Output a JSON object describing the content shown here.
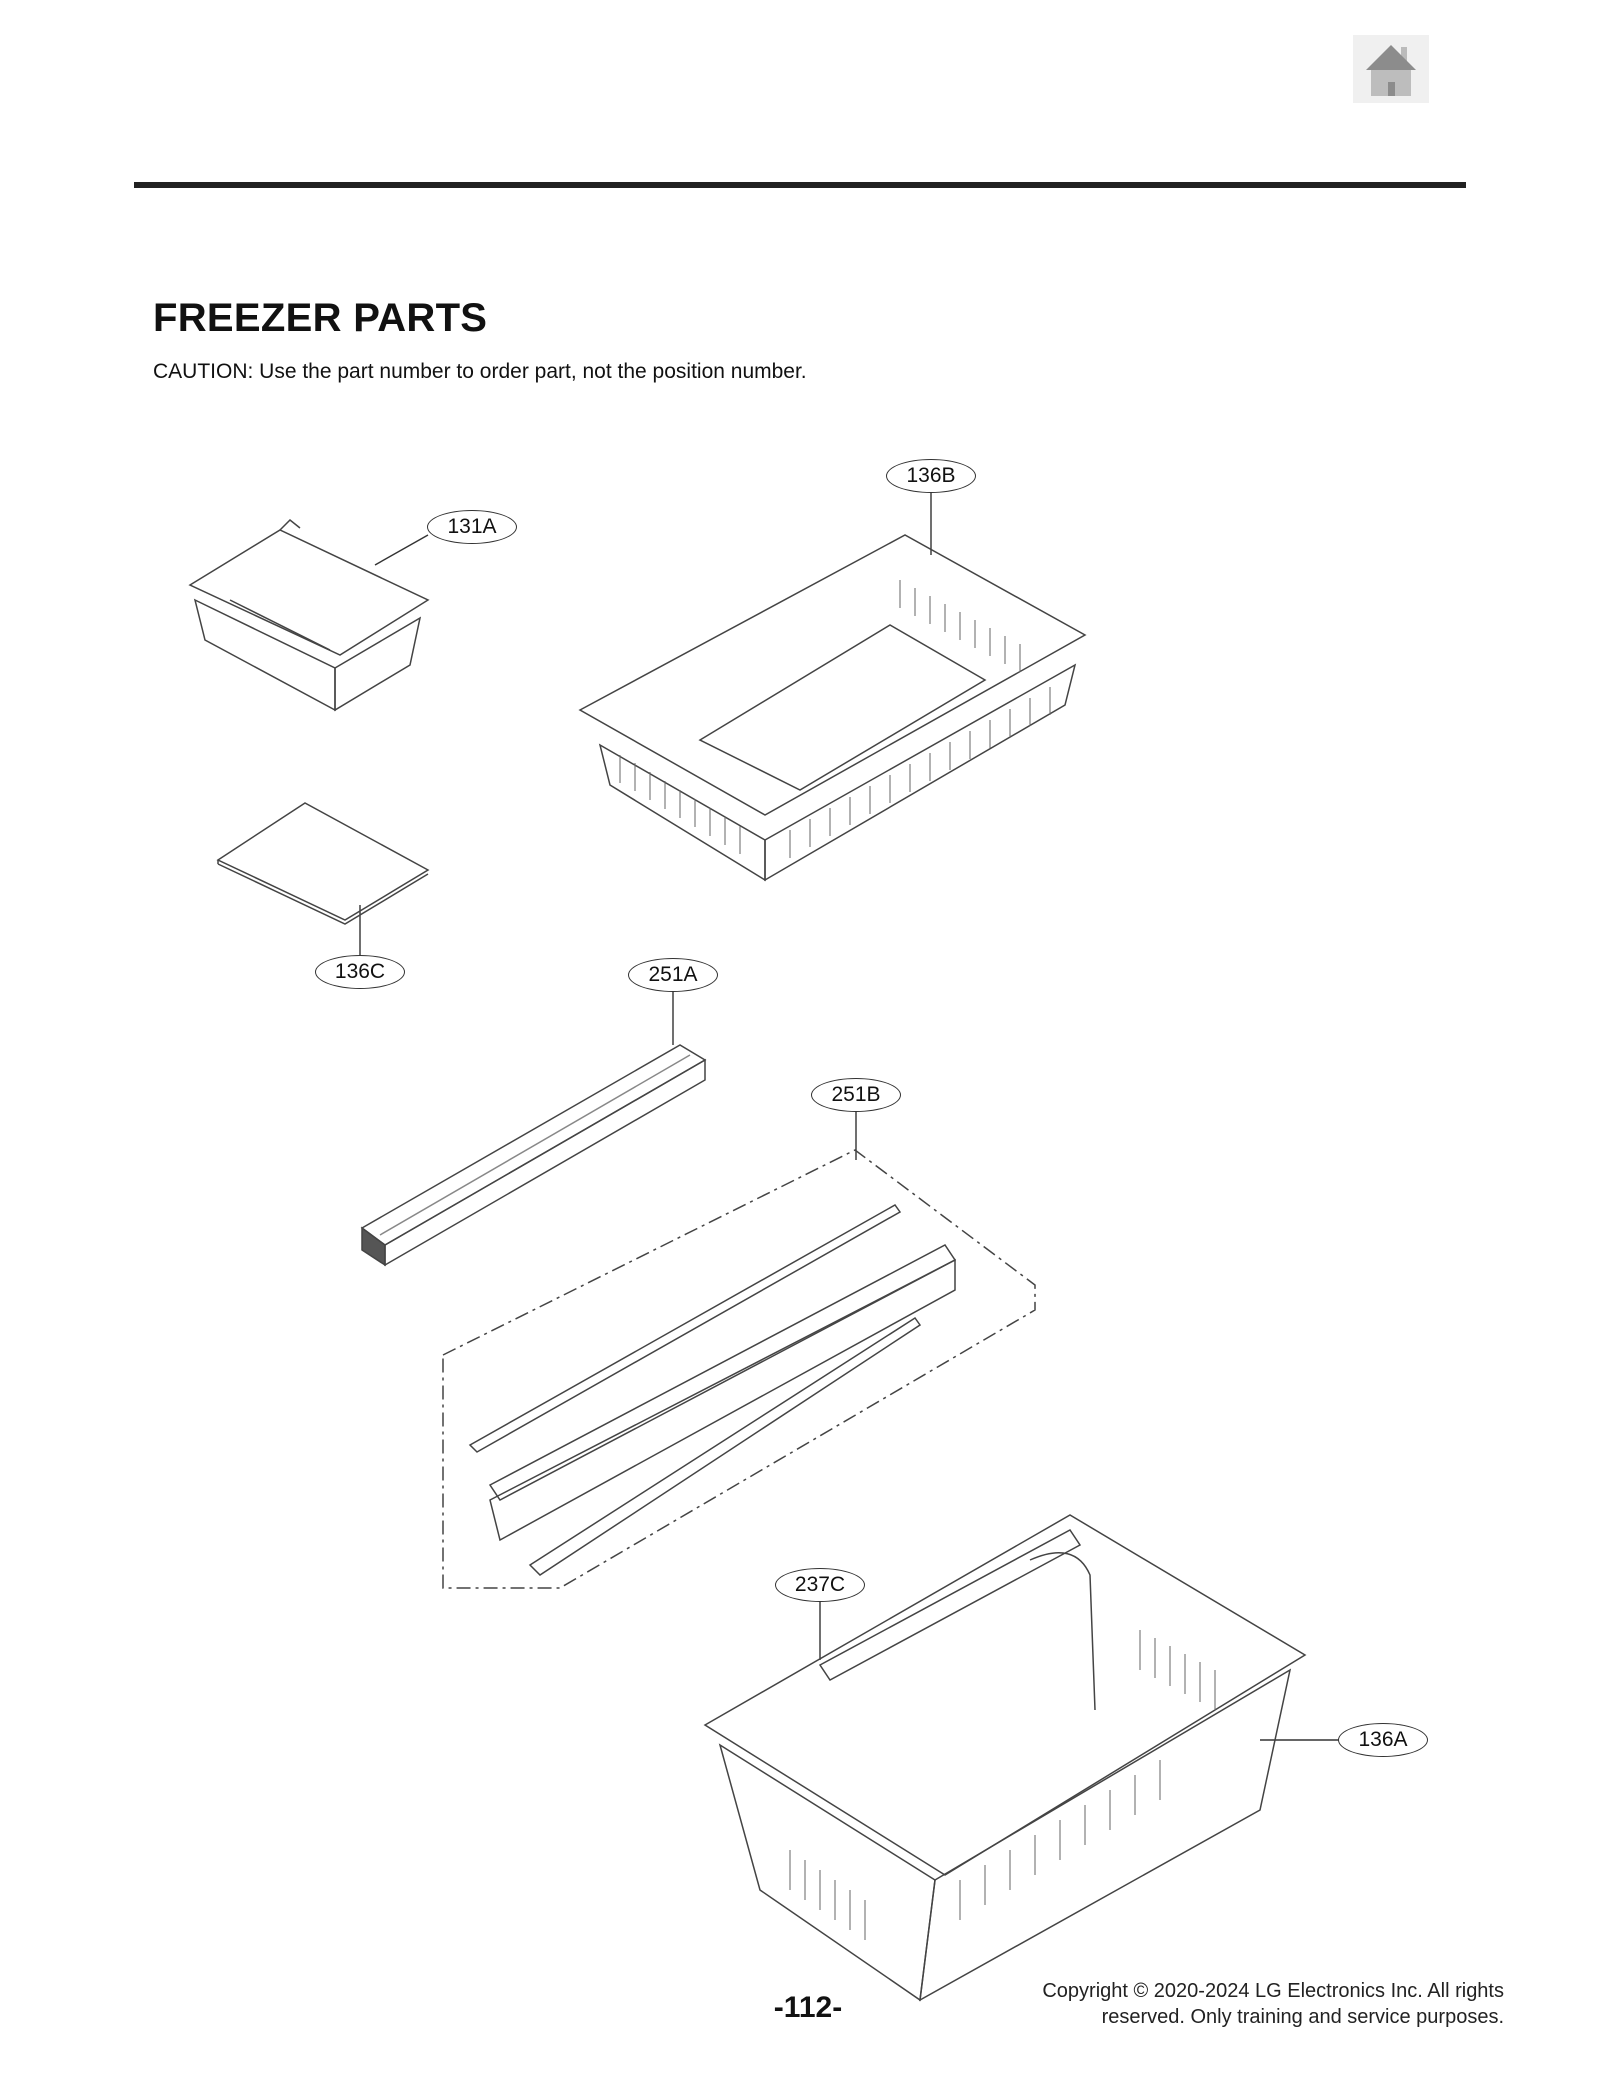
{
  "header": {
    "home_icon": "home-icon"
  },
  "page": {
    "title": "FREEZER PARTS",
    "caution": "CAUTION: Use the part number to order part, not the position number."
  },
  "callouts": [
    {
      "id": "136B"
    },
    {
      "id": "131A"
    },
    {
      "id": "136C"
    },
    {
      "id": "251A"
    },
    {
      "id": "251B"
    },
    {
      "id": "237C"
    },
    {
      "id": "136A"
    }
  ],
  "footer": {
    "page_number": "-112-",
    "copyright_line1": "Copyright © 2020-2024 LG Electronics Inc. All rights",
    "copyright_line2": "reserved. Only training and service purposes."
  }
}
